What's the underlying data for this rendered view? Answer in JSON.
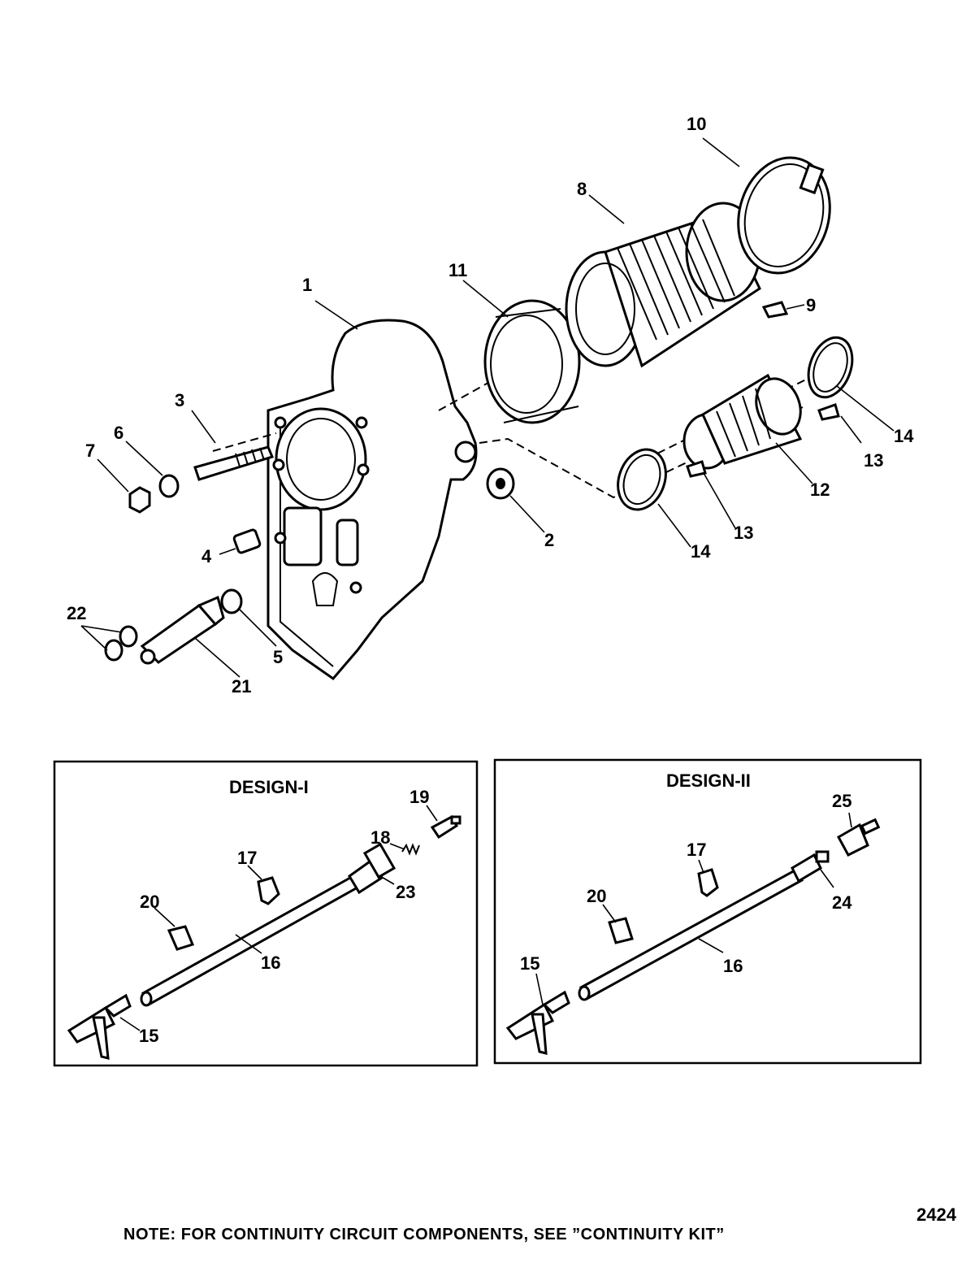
{
  "callouts": [
    "1",
    "2",
    "3",
    "4",
    "5",
    "6",
    "7",
    "8",
    "9",
    "10",
    "11",
    "12",
    "13",
    "13",
    "14",
    "14",
    "21",
    "22"
  ],
  "design_i": {
    "title": "DESIGN-I",
    "callouts": [
      "15",
      "16",
      "17",
      "18",
      "19",
      "20",
      "23"
    ]
  },
  "design_ii": {
    "title": "DESIGN-II",
    "callouts": [
      "15",
      "16",
      "17",
      "20",
      "24",
      "25"
    ]
  },
  "note": "NOTE:  FOR CONTINUITY CIRCUIT COMPONENTS, SEE ”CONTINUITY KIT”",
  "diagram_code": "2424"
}
